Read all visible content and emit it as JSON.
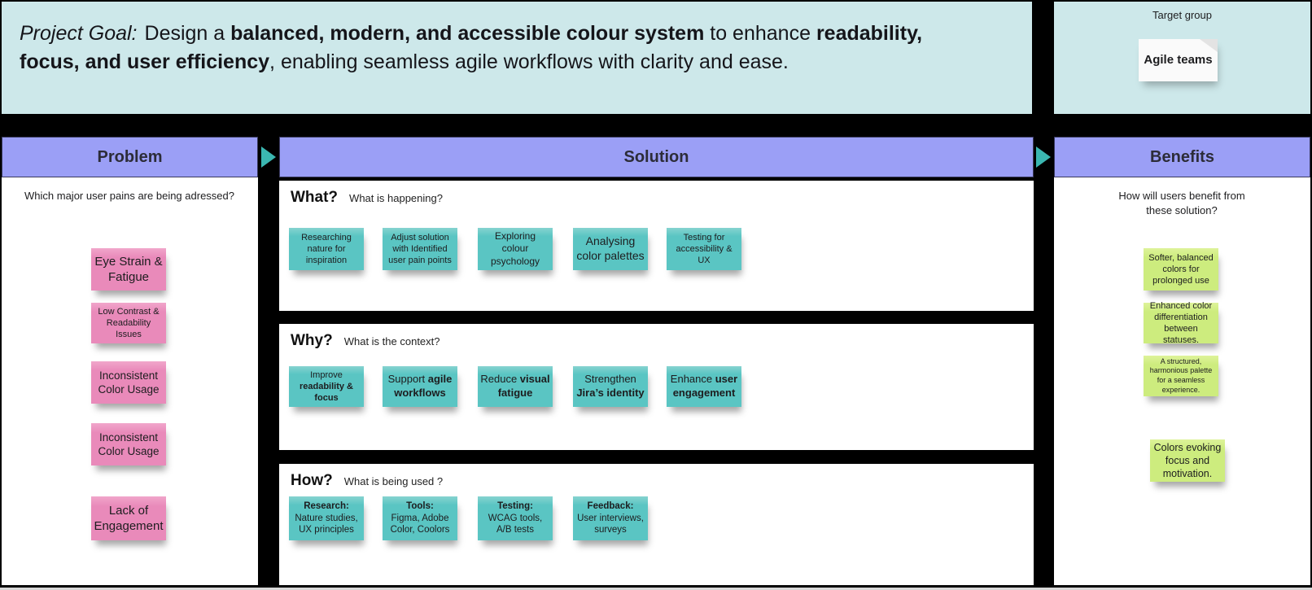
{
  "goal": {
    "label": "Project Goal:",
    "part1": "Design a ",
    "bold1": "balanced, modern, and accessible colour system",
    "part2": " to enhance ",
    "bold2": "readability, focus, and user efficiency",
    "part3": ", enabling seamless agile workflows with clarity and ease."
  },
  "target_group": {
    "label": "Target group",
    "note": "Agile teams"
  },
  "problem": {
    "header": "Problem",
    "question": "Which major user pains are being adressed?",
    "notes": [
      "Eye Strain & Fatigue",
      "Low Contrast & Readability Issues",
      "Inconsistent Color Usage",
      "Inconsistent Color Usage",
      "Lack of Engagement"
    ]
  },
  "solution": {
    "header": "Solution",
    "what": {
      "title": "What?",
      "subtitle": "What is happening?",
      "notes": [
        "Researching nature for inspiration",
        "Adjust solution with Identified user pain points",
        "Exploring colour psychology",
        "Analysing color palettes",
        "Testing for accessibility & UX"
      ]
    },
    "why": {
      "title": "Why?",
      "subtitle": "What is the context?",
      "notes": [
        {
          "pre": "Improve ",
          "bold": "readability & focus"
        },
        {
          "pre": "Support ",
          "bold": "agile workflows"
        },
        {
          "pre": "Reduce ",
          "bold": "visual fatigue"
        },
        {
          "pre": "Strengthen ",
          "bold": "Jira’s identity"
        },
        {
          "pre": "Enhance ",
          "bold": "user engagement"
        }
      ]
    },
    "how": {
      "title": "How?",
      "subtitle": "What is being used ?",
      "notes": [
        {
          "title": "Research:",
          "body": "Nature studies, UX principles"
        },
        {
          "title": "Tools:",
          "body": "Figma, Adobe Color, Coolors"
        },
        {
          "title": "Testing:",
          "body": "WCAG tools, A/B tests"
        },
        {
          "title": "Feedback:",
          "body": "User interviews, surveys"
        }
      ]
    }
  },
  "benefits": {
    "header": "Benefits",
    "question": "How will users benefit from these solution?",
    "notes": [
      "Softer, balanced colors for prolonged use",
      "Enhanced color differentiation between statuses.",
      "A structured, harmonious palette for a seamless experience.",
      "Colors evoking focus and motivation."
    ]
  },
  "colors": {
    "banner": "#cde8ea",
    "column_header": "#9b9ff6",
    "arrow": "#3bb7b1",
    "pink_note": "#e98aba",
    "teal_note": "#5ac5c3",
    "green_note": "#cdec7e",
    "white_note": "#fafafa",
    "background": "#000000"
  }
}
